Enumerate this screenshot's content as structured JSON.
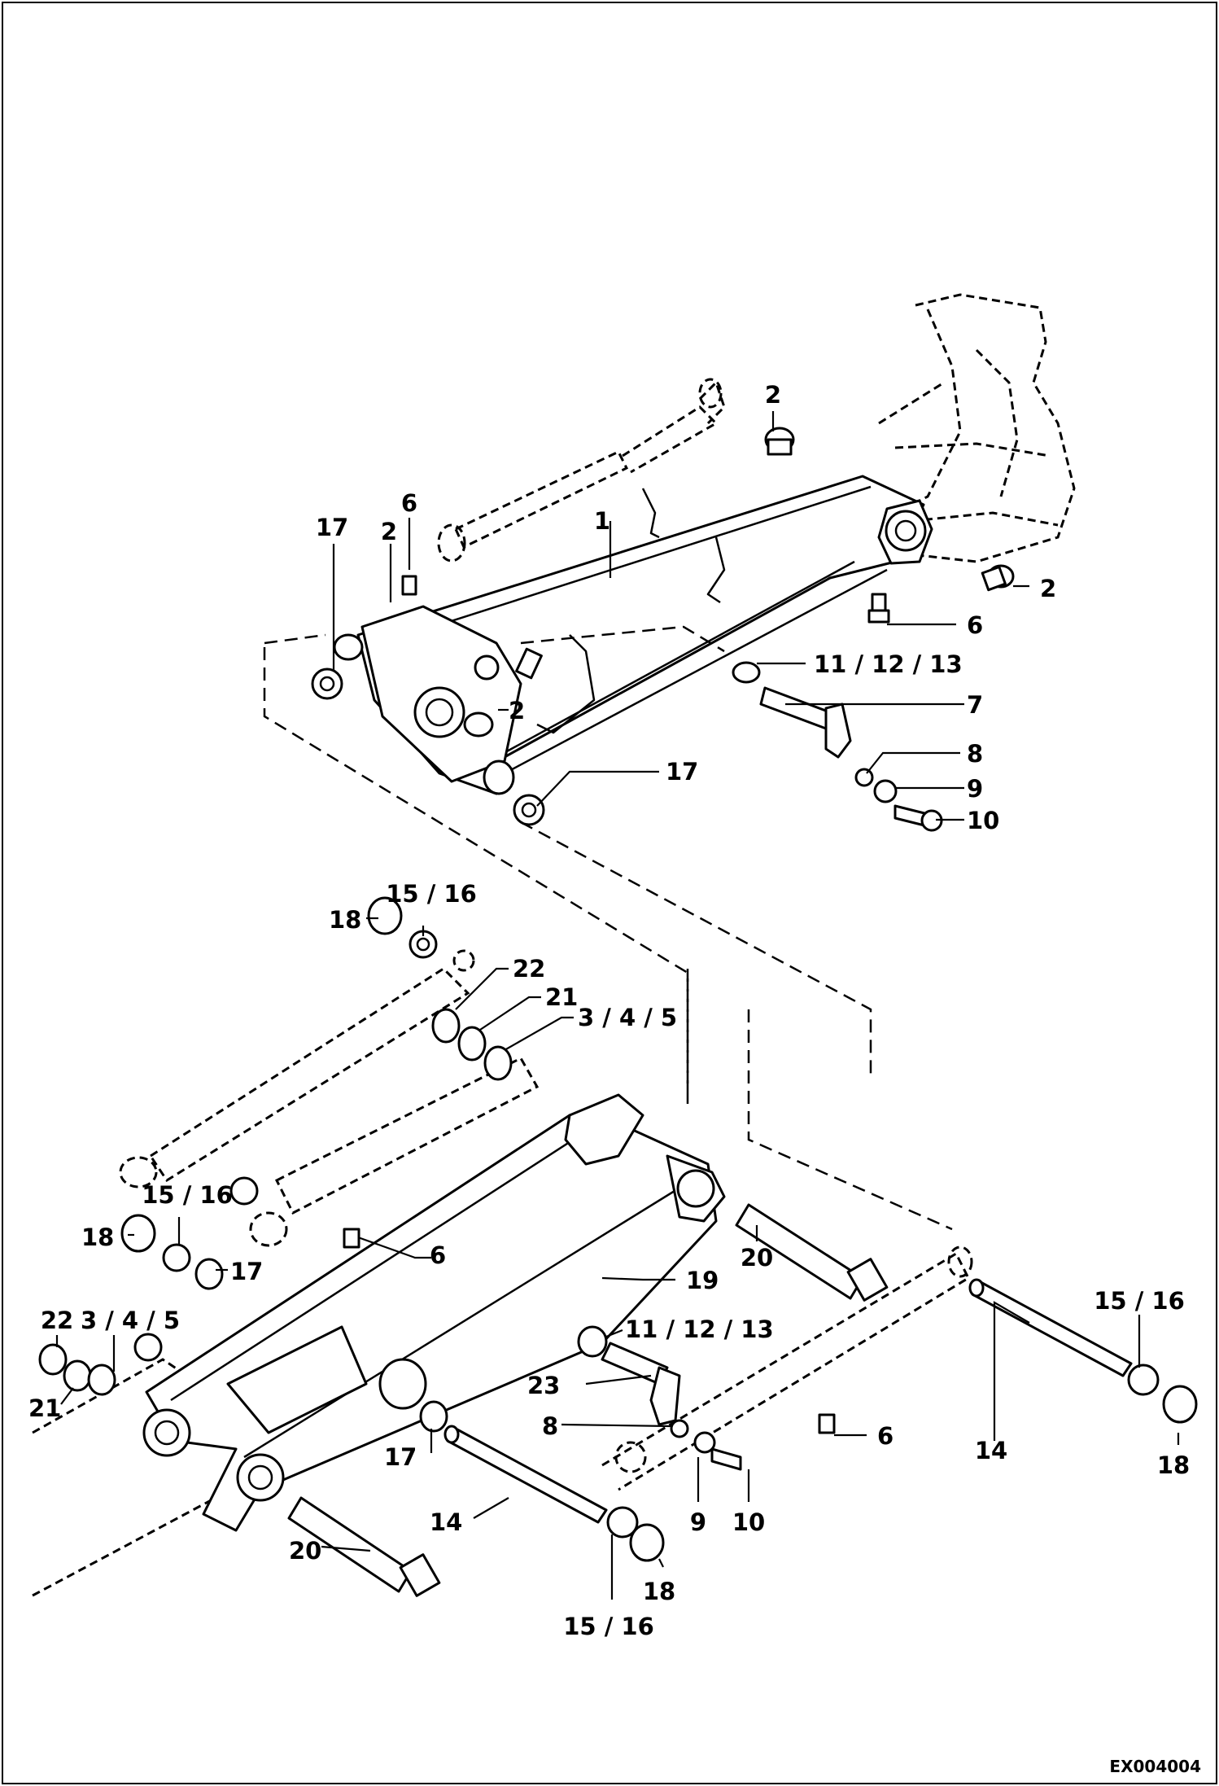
{
  "drawing_code": "EX004004",
  "callouts": [
    {
      "text": "1"
    },
    {
      "text": "2"
    },
    {
      "text": "2"
    },
    {
      "text": "2"
    },
    {
      "text": "2"
    },
    {
      "text": "6"
    },
    {
      "text": "6"
    },
    {
      "text": "17"
    },
    {
      "text": "17"
    },
    {
      "text": "11 / 12 / 13"
    },
    {
      "text": "7"
    },
    {
      "text": "8"
    },
    {
      "text": "9"
    },
    {
      "text": "10"
    },
    {
      "text": "15 / 16"
    },
    {
      "text": "18"
    },
    {
      "text": "22"
    },
    {
      "text": "21"
    },
    {
      "text": "3 / 4 / 5"
    },
    {
      "text": "15 / 16"
    },
    {
      "text": "18"
    },
    {
      "text": "17"
    },
    {
      "text": "6"
    },
    {
      "text": "22"
    },
    {
      "text": "3 / 4 / 5"
    },
    {
      "text": "21"
    },
    {
      "text": "20"
    },
    {
      "text": "19"
    },
    {
      "text": "11 / 12 / 13"
    },
    {
      "text": "23"
    },
    {
      "text": "8"
    },
    {
      "text": "6"
    },
    {
      "text": "17"
    },
    {
      "text": "14"
    },
    {
      "text": "9"
    },
    {
      "text": "10"
    },
    {
      "text": "20"
    },
    {
      "text": "18"
    },
    {
      "text": "15 / 16"
    },
    {
      "text": "15 / 16"
    },
    {
      "text": "14"
    },
    {
      "text": "18"
    }
  ]
}
